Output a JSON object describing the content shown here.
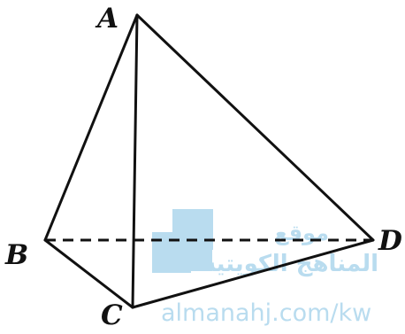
{
  "diagram": {
    "type": "tetrahedron",
    "vertices": [
      {
        "id": "A",
        "label": "A"
      },
      {
        "id": "B",
        "label": "B"
      },
      {
        "id": "C",
        "label": "C"
      },
      {
        "id": "D",
        "label": "D"
      }
    ],
    "edges": [
      {
        "from": "A",
        "to": "B",
        "style": "solid"
      },
      {
        "from": "A",
        "to": "C",
        "style": "solid"
      },
      {
        "from": "A",
        "to": "D",
        "style": "solid"
      },
      {
        "from": "B",
        "to": "C",
        "style": "solid"
      },
      {
        "from": "C",
        "to": "D",
        "style": "solid"
      },
      {
        "from": "B",
        "to": "D",
        "style": "dashed"
      }
    ]
  },
  "watermark": {
    "site_arabic_line1": "موقع",
    "site_arabic_line2": "المناهج الكويتية",
    "url": "almanahj.com/kw",
    "color": "#b9dcef"
  },
  "colors": {
    "stroke": "#111111",
    "background": "#ffffff"
  }
}
